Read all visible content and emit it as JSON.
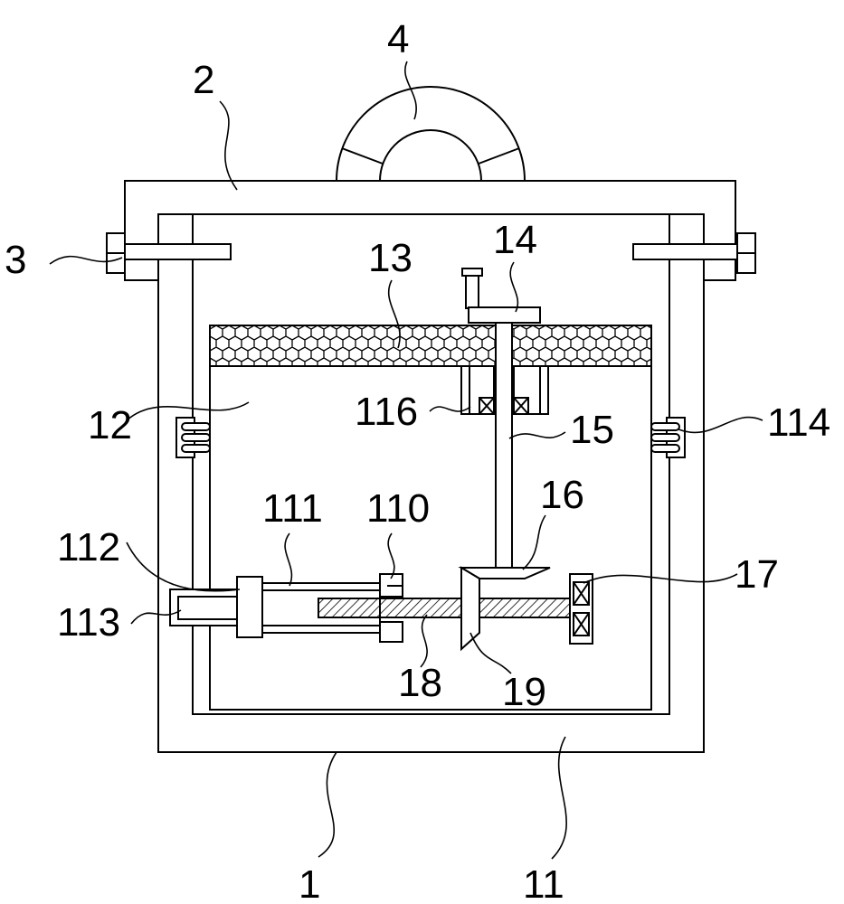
{
  "labels": {
    "part_4": "4",
    "part_2": "2",
    "part_3": "3",
    "part_14": "14",
    "part_13": "13",
    "part_116": "116",
    "part_15": "15",
    "part_114": "114",
    "part_12": "12",
    "part_16": "16",
    "part_111": "111",
    "part_110": "110",
    "part_112": "112",
    "part_17": "17",
    "part_113": "113",
    "part_18": "18",
    "part_19": "19",
    "part_1": "1",
    "part_11": "11"
  },
  "colors": {
    "stroke": "#000000",
    "background": "#ffffff"
  }
}
